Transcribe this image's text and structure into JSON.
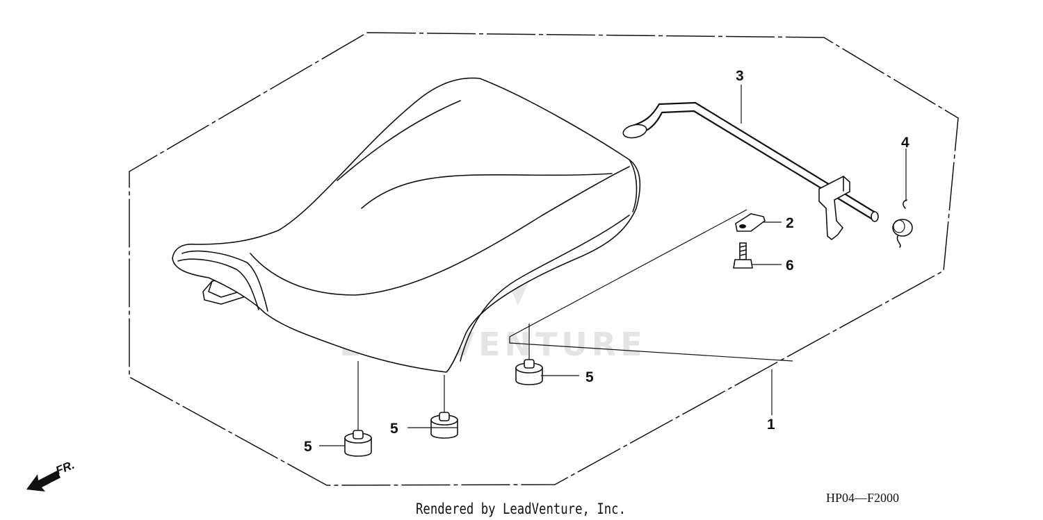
{
  "diagram": {
    "callouts": [
      {
        "id": "1",
        "label": "1"
      },
      {
        "id": "2",
        "label": "2"
      },
      {
        "id": "3",
        "label": "3"
      },
      {
        "id": "4",
        "label": "4"
      },
      {
        "id": "5a",
        "label": "5"
      },
      {
        "id": "5b",
        "label": "5"
      },
      {
        "id": "5c",
        "label": "5"
      },
      {
        "id": "6",
        "label": "6"
      }
    ],
    "direction_label": "FR.",
    "watermark": "LEADVENTURE",
    "credit": "Rendered by LeadVenture, Inc.",
    "diagram_code": "HP04—F2000"
  },
  "colors": {
    "line": "#111111",
    "watermark": "#cfcfcf"
  },
  "icons": {
    "direction": "arrow-front-icon",
    "watermark_logo": "flame-v-logo-icon"
  }
}
